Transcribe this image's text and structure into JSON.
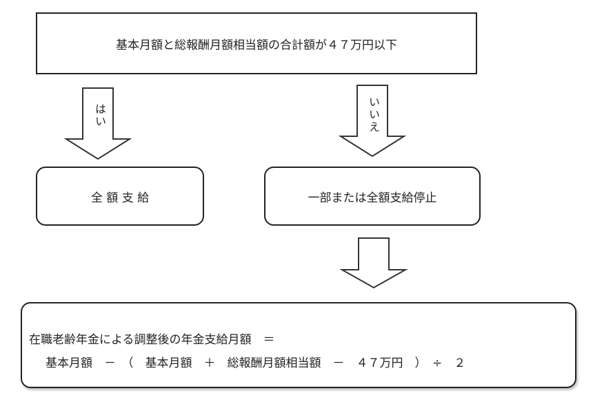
{
  "condition": "基本月額と総報酬月額相当額の合計額が４７万円以下",
  "yes_label": "はい",
  "no_label": "いいえ",
  "full_payment": "全 額 支 給",
  "partial_stop": "一部または全額支給停止",
  "formula": {
    "line1": "在職老齢年金による調整後の年金支給月額　＝",
    "line2": "基本月額　－　（　基本月額　＋　総報酬月額相当額　－　４７万円　）　÷　２"
  }
}
